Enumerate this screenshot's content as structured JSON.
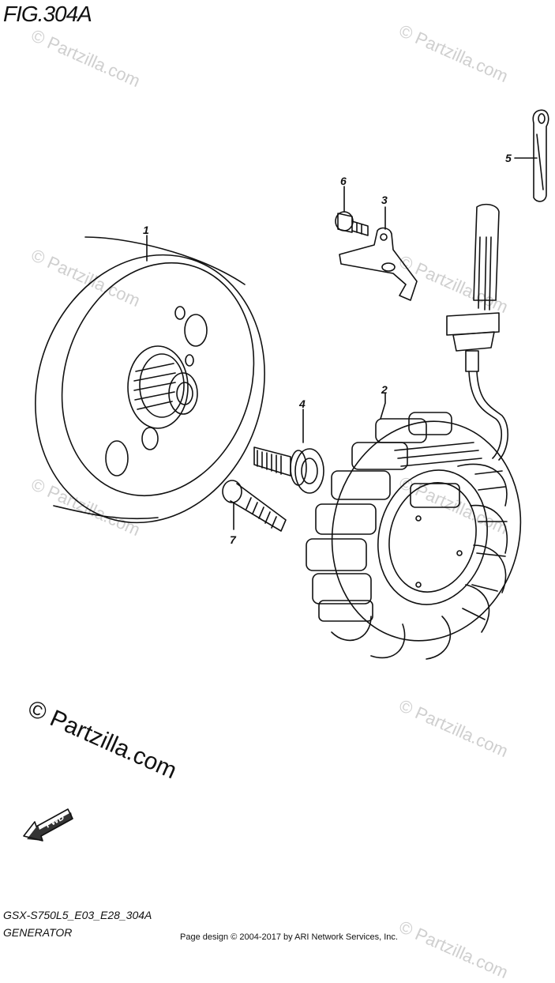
{
  "figure": {
    "title": "FIG.304A",
    "model_code": "GSX-S750L5_E03_E28_304A",
    "section_name": "GENERATOR",
    "page_credit": "Page design © 2004-2017 by ARI Network Services, Inc."
  },
  "watermark": {
    "text": "© Partzilla.com"
  },
  "callouts": [
    {
      "id": "1",
      "label": "1"
    },
    {
      "id": "2",
      "label": "2"
    },
    {
      "id": "3",
      "label": "3"
    },
    {
      "id": "4",
      "label": "4"
    },
    {
      "id": "5",
      "label": "5"
    },
    {
      "id": "6",
      "label": "6"
    },
    {
      "id": "7",
      "label": "7"
    }
  ],
  "fwd_label": "FWD"
}
